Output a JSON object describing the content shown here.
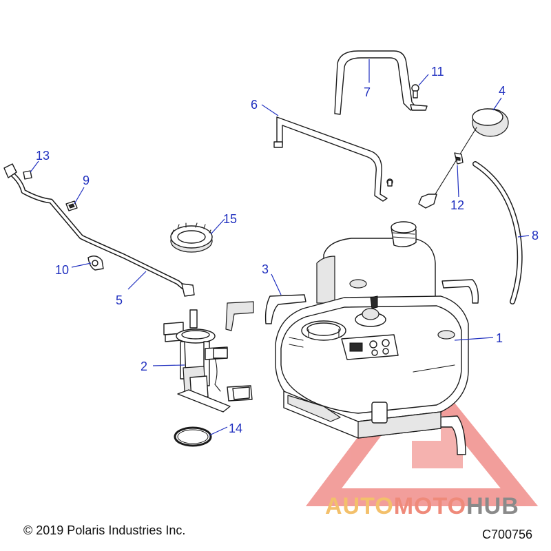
{
  "callouts": [
    {
      "id": "1",
      "label": "1"
    },
    {
      "id": "2",
      "label": "2"
    },
    {
      "id": "3",
      "label": "3"
    },
    {
      "id": "4",
      "label": "4"
    },
    {
      "id": "5",
      "label": "5"
    },
    {
      "id": "6",
      "label": "6"
    },
    {
      "id": "7",
      "label": "7"
    },
    {
      "id": "8",
      "label": "8"
    },
    {
      "id": "9",
      "label": "9"
    },
    {
      "id": "10",
      "label": "10"
    },
    {
      "id": "11",
      "label": "11"
    },
    {
      "id": "12",
      "label": "12"
    },
    {
      "id": "13",
      "label": "13"
    },
    {
      "id": "14",
      "label": "14"
    },
    {
      "id": "15",
      "label": "15"
    }
  ],
  "footer": {
    "copyright": "© 2019 Polaris Industries Inc.",
    "diagram_code": "C700756"
  },
  "watermark": {
    "part1": "AUTO",
    "part2": "MOTO",
    "part3": "HUB"
  },
  "colors": {
    "callout": "#1f2fbf",
    "watermark_red": "#e8504a",
    "watermark_orange": "#f3c06b",
    "watermark_gray": "#8a8a8a"
  }
}
